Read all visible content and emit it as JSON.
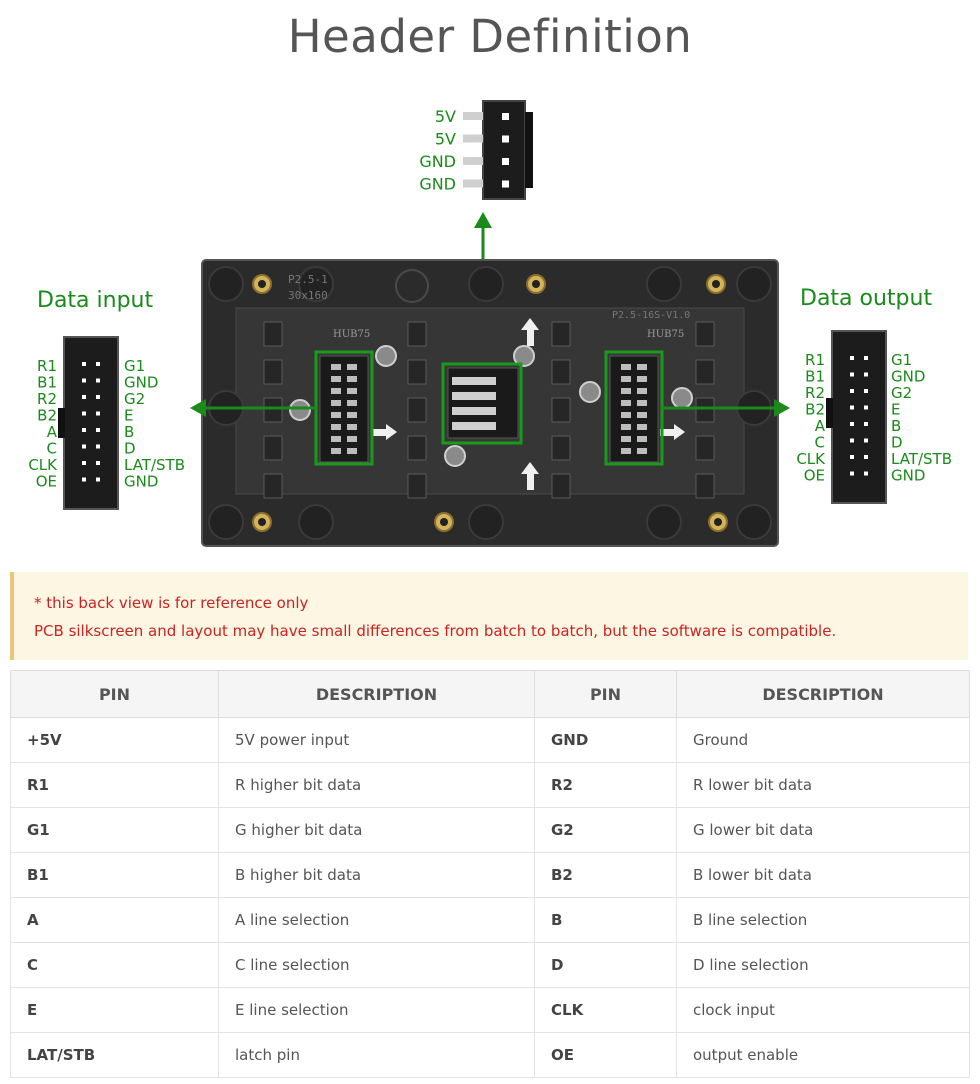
{
  "title": "Header Definition",
  "power_connector": {
    "labels": [
      "5V",
      "5V",
      "GND",
      "GND"
    ]
  },
  "data_input": {
    "title": "Data input",
    "left_pins": [
      "R1",
      "B1",
      "R2",
      "B2",
      "A",
      "C",
      "CLK",
      "OE"
    ],
    "right_pins": [
      "G1",
      "GND",
      "G2",
      "E",
      "B",
      "D",
      "LAT/STB",
      "GND"
    ]
  },
  "data_output": {
    "title": "Data output",
    "left_pins": [
      "R1",
      "B1",
      "R2",
      "B2",
      "A",
      "C",
      "CLK",
      "OE"
    ],
    "right_pins": [
      "G1",
      "GND",
      "G2",
      "E",
      "B",
      "D",
      "LAT/STB",
      "GND"
    ]
  },
  "board": {
    "silk_model": "P2.5-1",
    "silk_size": "30x160",
    "silk_rev": "P2.5-16S-V1.0",
    "hub_left": "HUB75",
    "hub_right": "HUB75"
  },
  "colors": {
    "accent_green": "#1a8a1a",
    "note_red": "#cc2222",
    "note_bg": "#fdf6e3"
  },
  "note": {
    "line1": "* this back view is for reference only",
    "line2": "PCB silkscreen and layout may have small differences from batch to batch, but the software is compatible."
  },
  "table": {
    "headers": [
      "PIN",
      "DESCRIPTION",
      "PIN",
      "DESCRIPTION"
    ],
    "rows": [
      [
        "+5V",
        "5V power input",
        "GND",
        "Ground"
      ],
      [
        "R1",
        "R higher bit data",
        "R2",
        "R lower bit data"
      ],
      [
        "G1",
        "G higher bit data",
        "G2",
        "G lower bit data"
      ],
      [
        "B1",
        "B higher bit data",
        "B2",
        "B lower bit data"
      ],
      [
        "A",
        "A line selection",
        "B",
        "B line selection"
      ],
      [
        "C",
        "C line selection",
        "D",
        "D line selection"
      ],
      [
        "E",
        "E line selection",
        "CLK",
        "clock input"
      ],
      [
        "LAT/STB",
        "latch pin",
        "OE",
        "output enable"
      ]
    ]
  }
}
